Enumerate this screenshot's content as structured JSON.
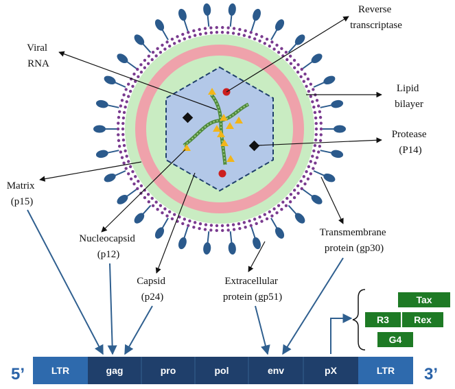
{
  "labels": {
    "reverse_transcriptase": [
      "Reverse",
      "transcriptase"
    ],
    "viral_rna": [
      "Viral",
      "RNA"
    ],
    "lipid_bilayer": [
      "Lipid",
      "bilayer"
    ],
    "protease": [
      "Protease",
      "(P14)"
    ],
    "matrix": [
      "Matrix",
      "(p15)"
    ],
    "nucleocapsid": [
      "Nucleocapsid",
      "(p12)"
    ],
    "capsid": [
      "Capsid",
      "(p24)"
    ],
    "extracellular": [
      "Extracellular",
      "protein (gp51)"
    ],
    "transmembrane": [
      "Transmembrane",
      "protein (gp30)"
    ]
  },
  "genome": {
    "five_prime": "5’",
    "three_prime": "3’",
    "segments": [
      "LTR",
      "gag",
      "pro",
      "pol",
      "env",
      "pX",
      "LTR"
    ]
  },
  "px_products": [
    "Tax",
    "R3",
    "Rex",
    "G4"
  ],
  "colors": {
    "arrow": "#2f5f8f",
    "segment_dark": "#1f3f6b",
    "segment_light": "#2e6aad",
    "green_box": "#1e7a25",
    "capsid_fill": "#b3c8e8",
    "spike": "#2b5a8c",
    "lipid": "#7a3b8f"
  }
}
